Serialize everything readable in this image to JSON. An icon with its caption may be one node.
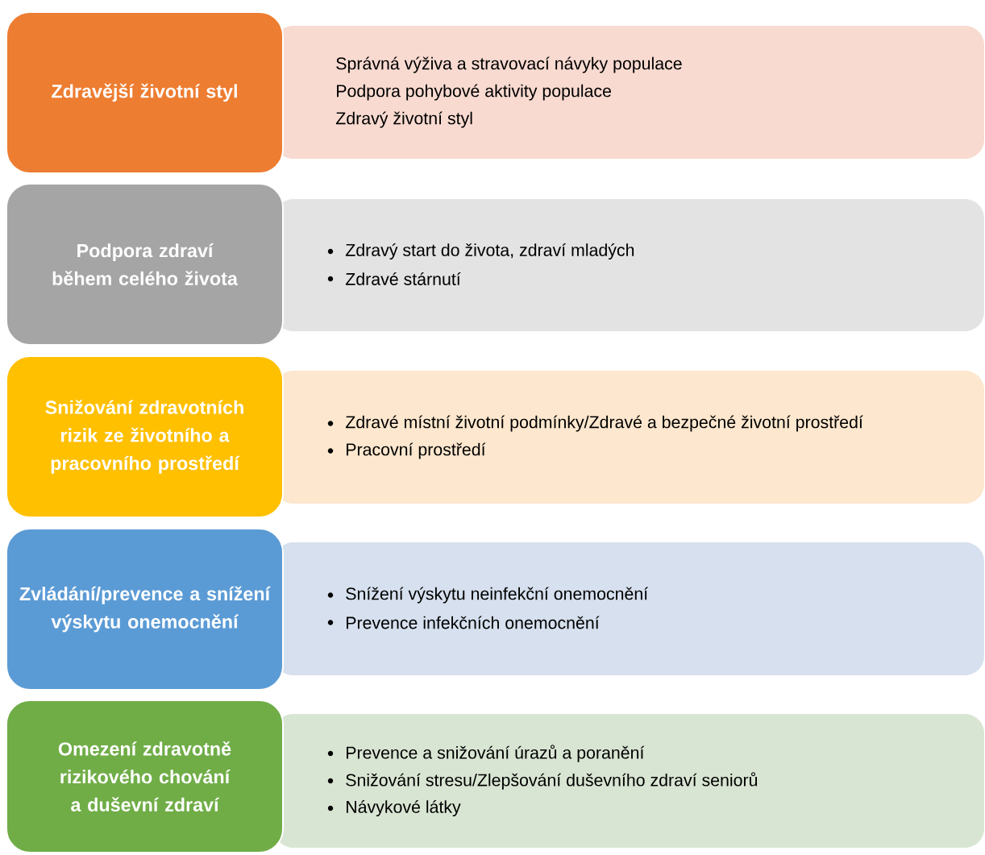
{
  "diagram": {
    "nodes": [
      {
        "text": [
          "Zdravější životní styl"
        ]
      },
      {
        "text": [
          "Správná výživa a stravovací návyky populace",
          "Podpora pohybové aktivity populace",
          "Zdravý životní styl"
        ]
      },
      {
        "text": [
          "Podpora zdraví během celého života"
        ]
      },
      {
        "text": [
          "Zdravý start do života, zdraví mladých",
          "Zdravé stárnutí"
        ]
      },
      {
        "text": [
          "Snižování zdravotních rizik ze životního a pracovního prostředí"
        ]
      },
      {
        "text": [
          "Zdravé místní životní podmínky/Zdravé a bezpečné životní prostředí",
          "Pracovní prostředí"
        ]
      },
      {
        "text": [
          "Zvládání/prevence a snížení výskytu onemocnění"
        ]
      },
      {
        "text": [
          "Snížení výskytu neinfekční onemocnění",
          "Prevence infekčních onemocnění"
        ]
      },
      {
        "text": [
          "Omezení zdravotně rizikového chování a duševní zdraví"
        ]
      },
      {
        "text": [
          "Prevence a snižování úrazů a poranění",
          "Snižování stresu/Zlepšování duševního zdraví seniorů",
          "Návykové látky"
        ]
      }
    ]
  }
}
